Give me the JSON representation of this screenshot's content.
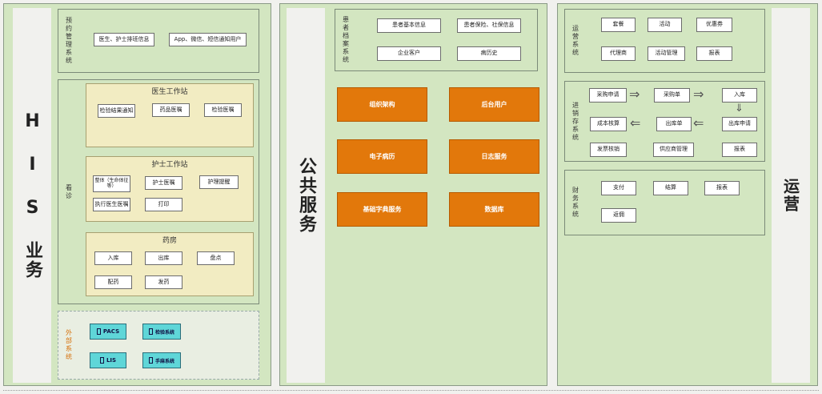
{
  "his": {
    "title": "H I S 业务",
    "appointment": {
      "label": "预约管理系统",
      "items": [
        "医生、护士排班信息",
        "App、微信、短信通知用户"
      ]
    },
    "diagnosis": {
      "label": "看诊",
      "doctor_station": {
        "title": "医生工作站",
        "items": [
          "检验结果通知",
          "药品医嘱",
          "检验医嘱"
        ]
      },
      "nurse_station": {
        "title": "护士工作站",
        "items": [
          "整体（生命体征等）",
          "护士医嘱",
          "护理提醒",
          "执行医生医嘱",
          "打印"
        ]
      },
      "pharmacy": {
        "title": "药房",
        "items": [
          "入库",
          "出库",
          "盘点",
          "配药",
          "发药"
        ]
      }
    },
    "external": {
      "label": "外部系统",
      "items": [
        "PACS",
        "检验系统",
        "LIS",
        "手麻系统"
      ]
    }
  },
  "public": {
    "title": "公共服务",
    "patient_archive": {
      "label": "患者档案系统",
      "items": [
        "患者基本信息",
        "患者保险、社保信息",
        "企业客户",
        "病历史"
      ]
    },
    "services": [
      "组织架构",
      "后台用户",
      "电子病历",
      "日志服务",
      "基础字典服务",
      "数据库"
    ]
  },
  "ops": {
    "title": "运营",
    "operation": {
      "label": "运营系统",
      "items": [
        "套餐",
        "活动",
        "优惠券",
        "代理商",
        "活动管理",
        "报表"
      ]
    },
    "inventory": {
      "label": "进销存系统",
      "items": [
        "采购申请",
        "采购单",
        "入库",
        "成本核算",
        "出库单",
        "出库申请",
        "发票核销",
        "供应商管理",
        "报表"
      ]
    },
    "finance": {
      "label": "财务系统",
      "items": [
        "支付",
        "结算",
        "报表",
        "返佣"
      ]
    }
  },
  "colors": {
    "panel": "#d3e6c1",
    "orange": "#e2780b",
    "cyan": "#5fd6d8",
    "yellow_box": "#f2ecc2"
  }
}
